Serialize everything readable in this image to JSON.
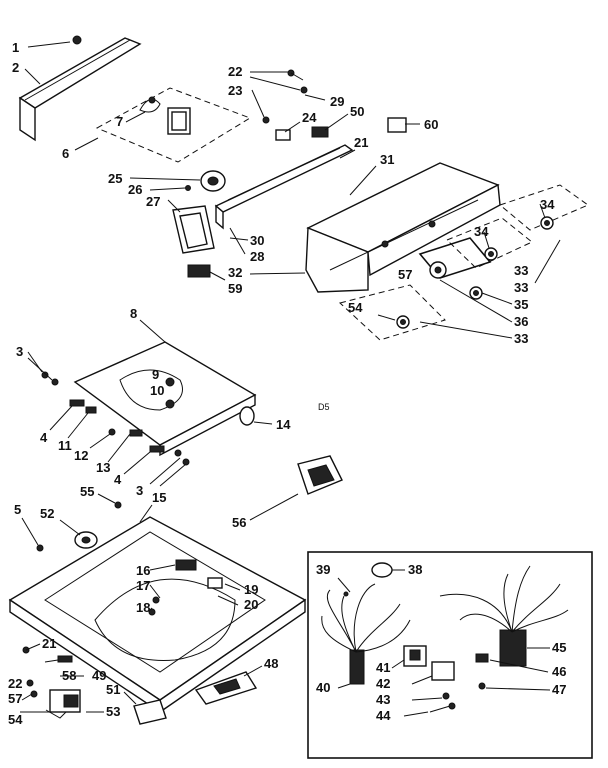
{
  "diagram": {
    "header_text": "",
    "watermark": "D5",
    "callouts": [
      "1",
      "2",
      "6",
      "7",
      "22",
      "23",
      "29",
      "24",
      "50",
      "60",
      "21",
      "31",
      "25",
      "26",
      "27",
      "30",
      "28",
      "32",
      "59",
      "34",
      "57",
      "33",
      "35",
      "36",
      "33",
      "54",
      "8",
      "3",
      "9",
      "10",
      "14",
      "4",
      "11",
      "12",
      "13",
      "4",
      "3",
      "5",
      "52",
      "55",
      "15",
      "56",
      "16",
      "17",
      "18",
      "19",
      "20",
      "21",
      "58",
      "49",
      "22",
      "57",
      "54",
      "51",
      "53",
      "48",
      "39",
      "38",
      "41",
      "40",
      "42",
      "43",
      "44",
      "45",
      "46",
      "47",
      "34",
      "33",
      "34"
    ]
  }
}
